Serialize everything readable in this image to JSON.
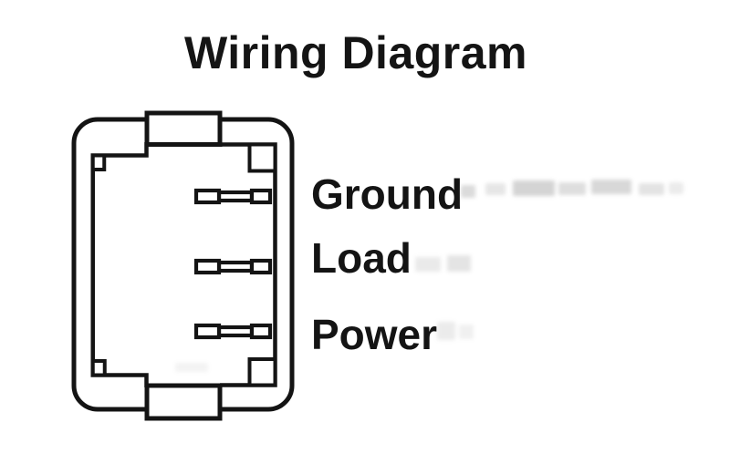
{
  "page": {
    "title": "Wiring Diagram"
  },
  "diagram": {
    "device": "rocker-switch-rear-outline",
    "pin_count": 3,
    "terminals": [
      {
        "label": "Ground"
      },
      {
        "label": "Load"
      },
      {
        "label": "Power"
      }
    ]
  },
  "colors": {
    "line": "#141414",
    "background": "#ffffff"
  }
}
